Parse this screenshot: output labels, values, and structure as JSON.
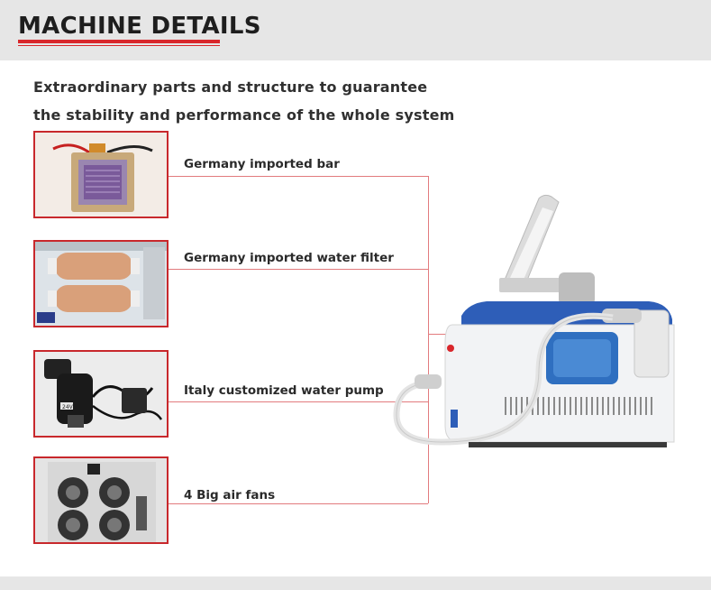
{
  "header": {
    "title": "MACHINE DETAILS"
  },
  "intro": {
    "line1": "Extraordinary parts and structure to guarantee",
    "line2": "the stability and performance of the whole system"
  },
  "features": [
    {
      "label": "Germany imported bar",
      "thumbnail": "laser-bar-module"
    },
    {
      "label": "Germany imported water filter",
      "thumbnail": "water-filter"
    },
    {
      "label": "Italy customized water pump",
      "thumbnail": "water-pump"
    },
    {
      "label": "4 Big air fans",
      "thumbnail": "air-fans"
    }
  ],
  "pump_tag": "24V",
  "colors": {
    "accent_red": "#d9262b",
    "connector": "#e27b7e",
    "machine_blue": "#2e5eb8",
    "header_bg": "#e6e6e6"
  }
}
